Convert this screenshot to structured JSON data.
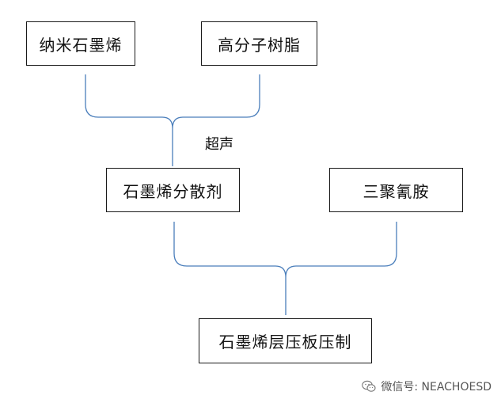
{
  "boxes": {
    "nano_graphene": "纳米石墨烯",
    "polymer_resin": "高分子树脂",
    "graphene_dispersant": "石墨烯分散剂",
    "melamine": "三聚氰胺",
    "lamination": "石墨烯层压板压制"
  },
  "labels": {
    "ultrasound": "超声"
  },
  "watermark": {
    "text": "微信号: NEACHOESD",
    "icon": "wechat-icon"
  },
  "colors": {
    "connector": "#4a7ebb",
    "box_border": "#1a1a1a"
  }
}
